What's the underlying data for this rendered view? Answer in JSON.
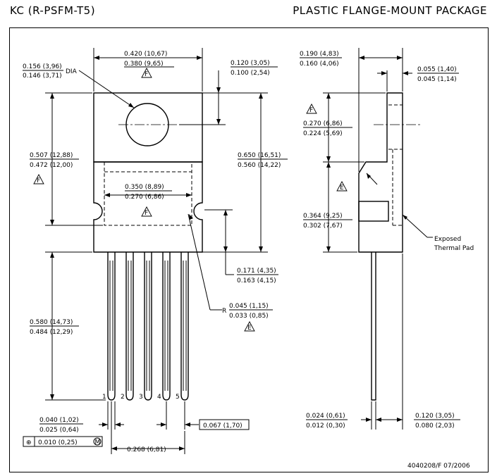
{
  "header": {
    "left_title": "KC (R-PSFM-T5)",
    "right_title": "PLASTIC FLANGE-MOUNT PACKAGE"
  },
  "front_view": {
    "overall_width": {
      "max": "0.420 (10,67)",
      "min": "0.380 (9,65)",
      "note": "F"
    },
    "hole_dia": {
      "max": "0.156 (3,96)",
      "min": "0.146 (3,71)",
      "label": "DIA"
    },
    "hole_offset": {
      "max": "0.120 (3,05)",
      "min": "0.100 (2,54)"
    },
    "tab_height": {
      "max": "0.507 (12,88)",
      "min": "0.472 (12,00)",
      "note": "F"
    },
    "body_height": {
      "max": "0.650 (16,51)",
      "min": "0.560 (14,22)"
    },
    "pad_width": {
      "max": "0.350 (8,89)",
      "min": "0.270 (6,86)",
      "note": "F"
    },
    "notch_to_base": {
      "max": "0.171 (4,35)",
      "min": "0.163 (4,15)"
    },
    "notch_radius": {
      "prefix": "R",
      "max": "0.045 (1,15)",
      "min": "0.033 (0,85)",
      "note": "E"
    },
    "lead_length": {
      "max": "0.580 (14,73)",
      "min": "0.484 (12,29)"
    },
    "lead_width": {
      "max": "0.040 (1,02)",
      "min": "0.025 (0,64)"
    },
    "pin_labels": [
      "1",
      "2",
      "3",
      "4",
      "5"
    ],
    "lead_pitch": "0.067 (1,70)",
    "lead_span": "0.268 (6,81)",
    "position_tolerance": {
      "symbol": "⊕",
      "value": "0.010 (0,25)",
      "modifier": "M"
    }
  },
  "side_view": {
    "overall_thickness": {
      "max": "0.190 (4,83)",
      "min": "0.160 (4,06)"
    },
    "tab_thickness": {
      "max": "0.055 (1,40)",
      "min": "0.045 (1,14)"
    },
    "tab_section": {
      "max": "0.270 (6,86)",
      "min": "0.224 (5,69)",
      "note": "F"
    },
    "pad_height": {
      "max": "0.364 (9,25)",
      "min": "0.302 (7,67)"
    },
    "pad_label_line1": "Exposed",
    "pad_label_line2": "Thermal Pad",
    "pad_note": "E",
    "lead_thickness": {
      "max": "0.024 (0,61)",
      "min": "0.012 (0,30)"
    },
    "lead_offset": {
      "max": "0.120 (3,05)",
      "min": "0.080 (2,03)"
    }
  },
  "footer": {
    "doc_number": "4040208/F 07/2006"
  }
}
